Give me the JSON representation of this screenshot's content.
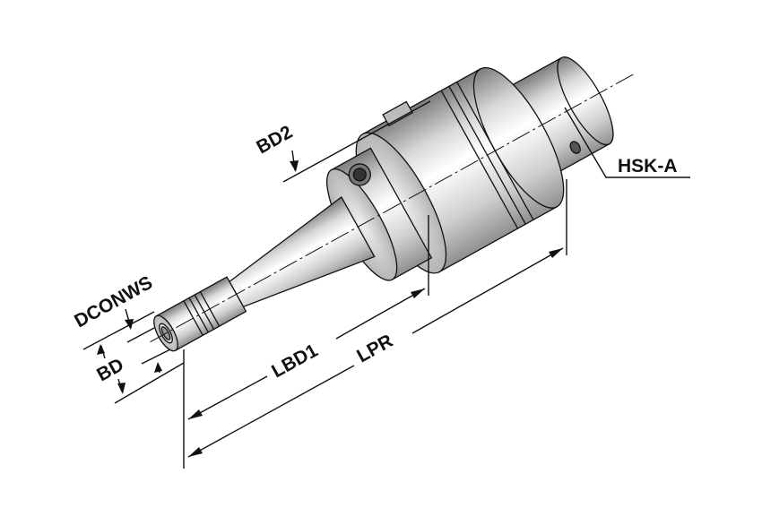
{
  "title": "HSK-A tool holder dimension diagram",
  "labels": {
    "bd2": "BD2",
    "hsk": "HSK-A",
    "dconws": "DCONWS",
    "bd": "BD",
    "lbd1": "LBD1",
    "lpr": "LPR"
  },
  "colors": {
    "line": "#111111",
    "metal_light": "#f4f4f4",
    "metal_dark": "#8a8a8a"
  }
}
